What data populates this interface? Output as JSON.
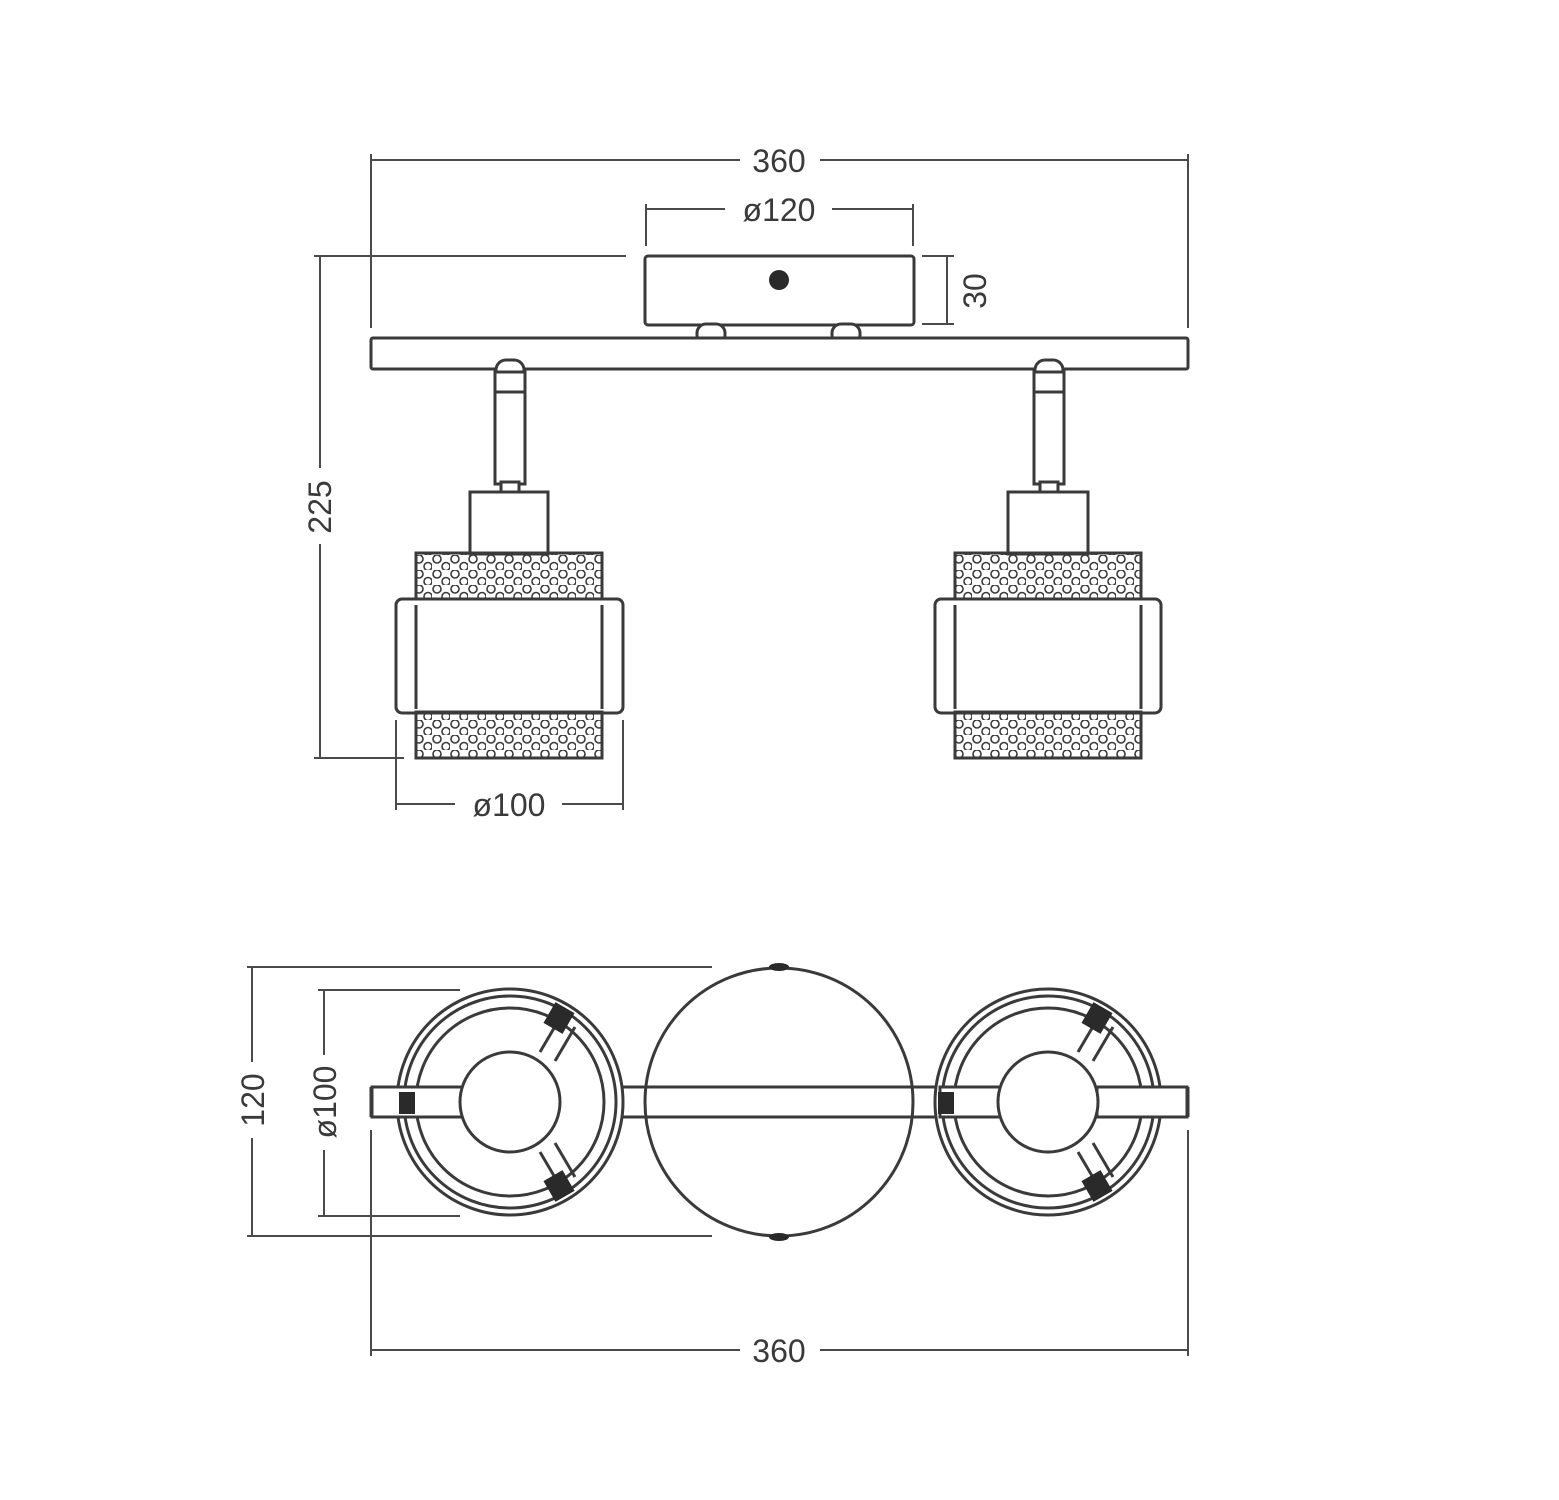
{
  "front_view": {
    "overall_width": "360",
    "canopy_diameter": "ø120",
    "canopy_height": "30",
    "overall_height": "225",
    "shade_diameter": "ø100"
  },
  "top_view": {
    "canopy_size": "120",
    "shade_diameter": "ø100",
    "overall_width": "360"
  },
  "colors": {
    "line": "#3a3a3a",
    "background": "#ffffff"
  }
}
